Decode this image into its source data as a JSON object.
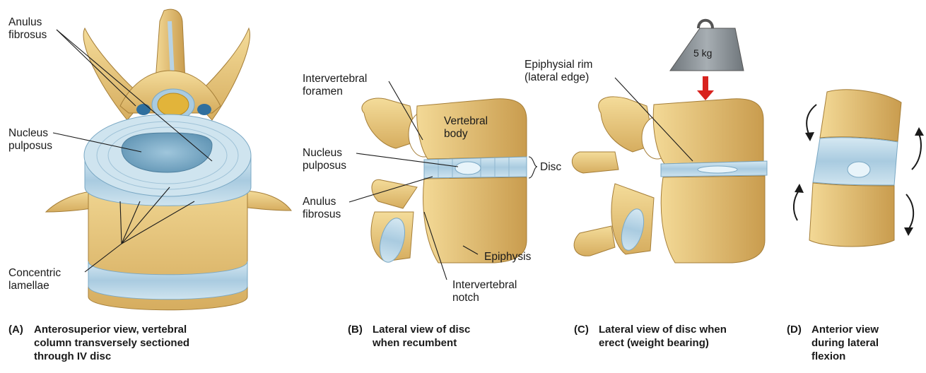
{
  "panels": {
    "a": {
      "labels": {
        "anulus_fibrosus": "Anulus\nfibrosus",
        "nucleus_pulposus": "Nucleus\npulposus",
        "concentric_lamellae": "Concentric\nlamellae"
      },
      "caption_tag": "(A)",
      "caption": "Anterosuperior view, vertebral\ncolumn transversely sectioned\nthrough IV disc"
    },
    "b": {
      "labels": {
        "intervertebral_foramen": "Intervertebral\nforamen",
        "vertebral_body": "Vertebral\nbody",
        "nucleus_pulposus": "Nucleus\npulposus",
        "disc": "Disc",
        "anulus_fibrosus": "Anulus\nfibrosus",
        "epiphysis": "Epiphysis",
        "intervertebral_notch": "Intervertebral\nnotch"
      },
      "caption_tag": "(B)",
      "caption": "Lateral view of disc\nwhen recumbent"
    },
    "c": {
      "labels": {
        "epiphysial_rim": "Epiphysial rim\n(lateral edge)",
        "weight": "5 kg"
      },
      "caption_tag": "(C)",
      "caption": "Lateral view of disc when\nerect (weight bearing)"
    },
    "d": {
      "caption_tag": "(D)",
      "caption": "Anterior view\nduring lateral\nflexion"
    }
  },
  "colors": {
    "bone": "#e8c77a",
    "bone_dark": "#c9a052",
    "disc": "#b9d6e6",
    "disc_dark": "#7aa8c4",
    "nucleus": "#dbeef7",
    "arrow": "#d8231f",
    "weight": "#8d9499"
  }
}
